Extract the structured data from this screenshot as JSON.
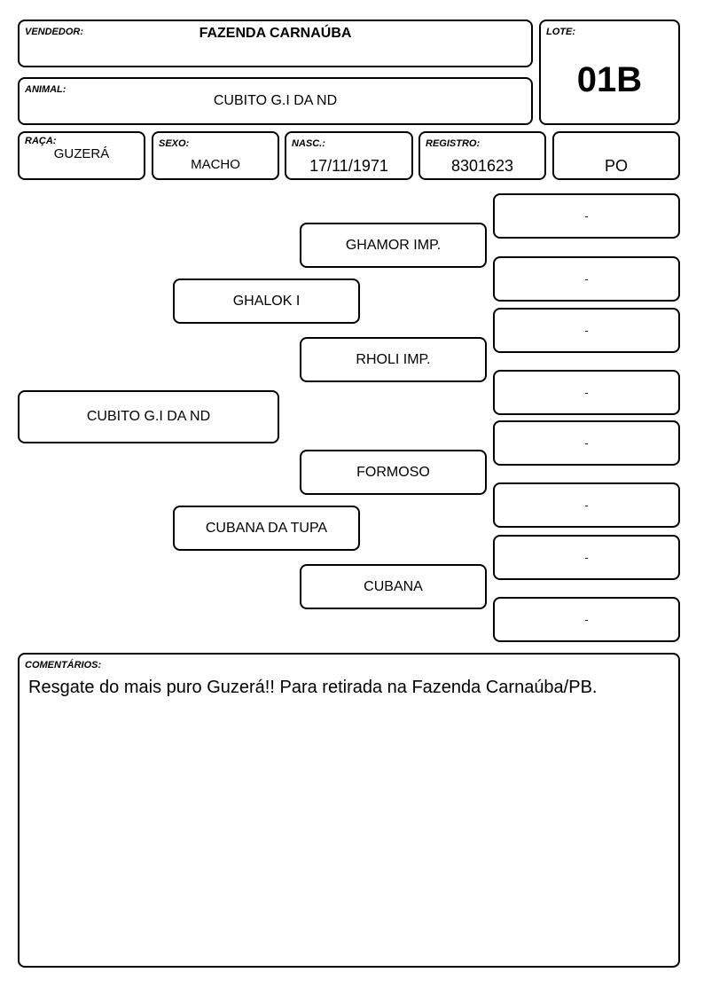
{
  "header": {
    "vendedor_label": "VENDEDOR:",
    "vendedor": "FAZENDA CARNAÚBA",
    "animal_label": "ANIMAL:",
    "animal": "CUBITO G.I DA ND",
    "lote_label": "LOTE:",
    "lote": "01B"
  },
  "details": {
    "raca_label": "RAÇA:",
    "raca": "GUZERÁ",
    "sexo_label": "SEXO:",
    "sexo": "MACHO",
    "nasc_label": "NASC.:",
    "nasc": "17/11/1971",
    "registro_label": "REGISTRO:",
    "registro": "8301623",
    "categoria": "PO"
  },
  "pedigree": {
    "animal": "CUBITO G.I DA ND",
    "sire": "GHALOK I",
    "dam": "CUBANA DA TUPA",
    "sire_sire": "GHAMOR IMP.",
    "sire_dam": "RHOLI IMP.",
    "dam_sire": "FORMOSO",
    "dam_dam": "CUBANA",
    "great_grandparents": [
      "-",
      "-",
      "-",
      "-",
      "-",
      "-",
      "-",
      "-"
    ]
  },
  "comments": {
    "label": "COMENTÁRIOS:",
    "text": "Resgate do mais puro Guzerá!! Para retirada na Fazenda Carnaúba/PB."
  }
}
